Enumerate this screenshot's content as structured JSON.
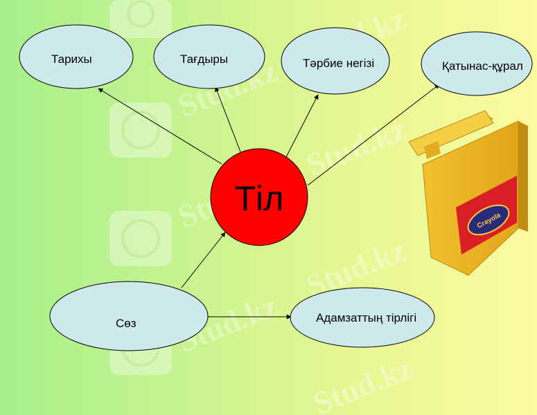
{
  "diagram": {
    "center": {
      "label": "Тіл",
      "color": "#ff0000"
    },
    "nodes": [
      {
        "id": "tarikhy",
        "label": "Тарихы"
      },
      {
        "id": "tagdyry",
        "label": "Тағдыры"
      },
      {
        "id": "tarbie",
        "label": "Тәрбие негізі"
      },
      {
        "id": "katynas",
        "label": "Қатынас-құрал"
      },
      {
        "id": "soz",
        "label": "Сөз"
      },
      {
        "id": "adamzat",
        "label": "Адамзаттың тірлігі"
      }
    ],
    "ellipse_fill": "#cde9ec",
    "watermark": "Stud.kz",
    "crayon_box_label": "Crayola"
  }
}
